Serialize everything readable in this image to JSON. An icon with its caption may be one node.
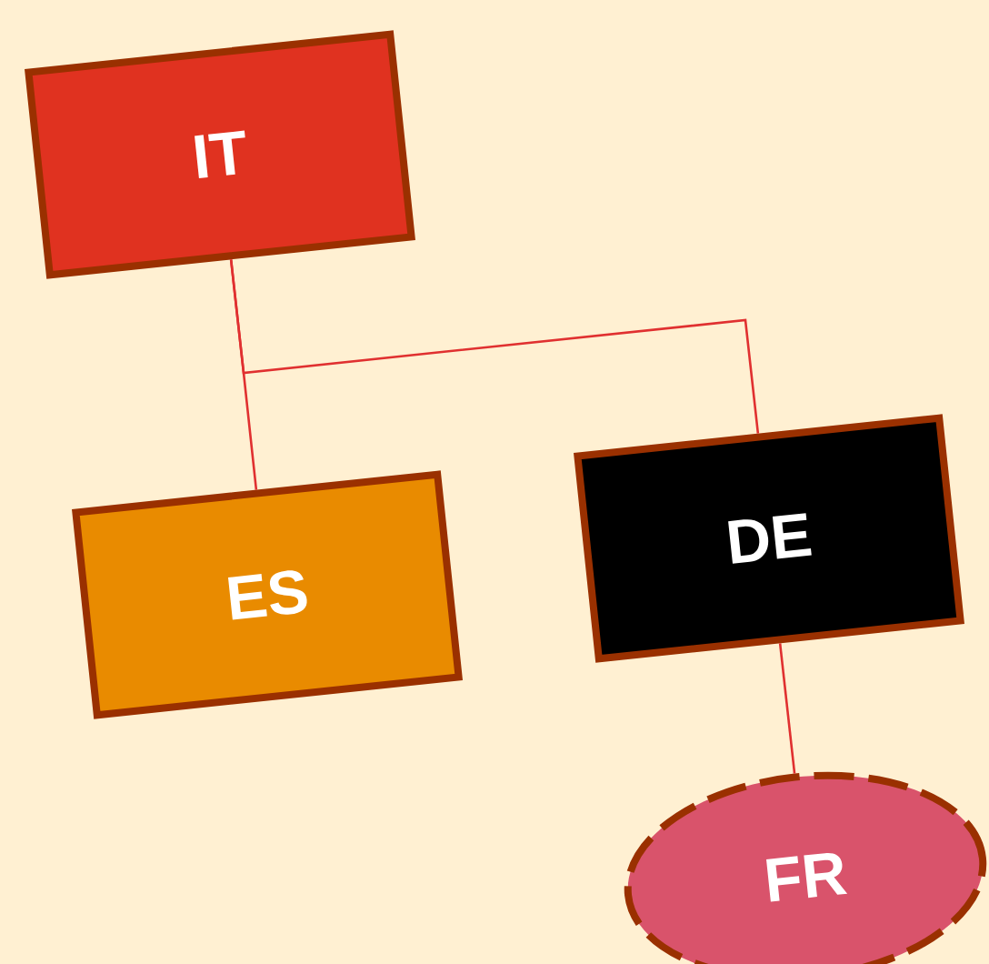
{
  "diagram": {
    "nodes": [
      {
        "text": [
          "IT"
        ]
      },
      {
        "text": [
          "ES"
        ]
      },
      {
        "text": [
          "DE"
        ]
      },
      {
        "text": [
          "FR"
        ]
      }
    ],
    "edges": [
      {
        "from": 0,
        "to": 1,
        "arrow": "none"
      },
      {
        "from": 0,
        "to": 2,
        "arrow": "none"
      },
      {
        "from": 2,
        "to": 3,
        "arrow": "none"
      }
    ]
  }
}
